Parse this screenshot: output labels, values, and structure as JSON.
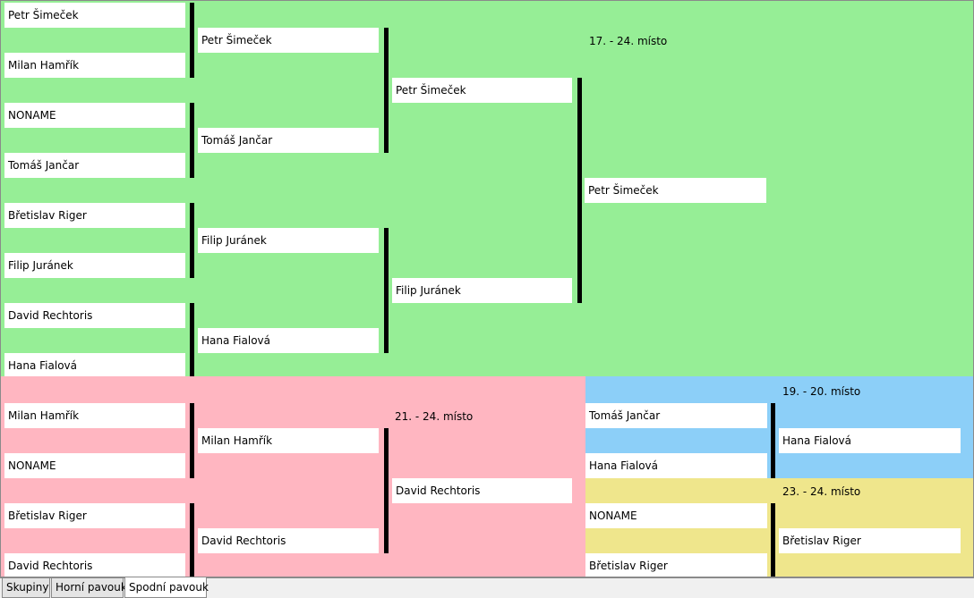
{
  "colors": {
    "upper_bracket": "#96ee96",
    "lower_bracket_21_24": "#ffb6c1",
    "placement_19_20": "#8ccff8",
    "placement_23_24": "#efe68c"
  },
  "upper": {
    "heading": "17. - 24. místo",
    "round1": [
      "Petr Šimeček",
      "Milan Hamřík",
      "NONAME",
      "Tomáš Jančar",
      "Břetislav Riger",
      "Filip Juránek",
      "David Rechtoris",
      "Hana Fialová"
    ],
    "round2": [
      "Petr Šimeček",
      "Tomáš Jančar",
      "Filip Juránek",
      "Hana Fialová"
    ],
    "round3": [
      "Petr Šimeček",
      "Filip Juránek"
    ],
    "winner": "Petr Šimeček"
  },
  "lower": {
    "heading": "21. - 24. místo",
    "round1": [
      "Milan Hamřík",
      "NONAME",
      "Břetislav Riger",
      "David Rechtoris"
    ],
    "round2": [
      "Milan Hamřík",
      "David Rechtoris"
    ],
    "winner": "David Rechtoris"
  },
  "place_19_20": {
    "heading": "19. - 20. místo",
    "players": [
      "Tomáš Jančar",
      "Hana Fialová"
    ],
    "winner": "Hana Fialová"
  },
  "place_23_24": {
    "heading": "23. - 24. místo",
    "players": [
      "NONAME",
      "Břetislav Riger"
    ],
    "winner": "Břetislav Riger"
  },
  "tabs": [
    "Skupiny",
    "Horní pavouk",
    "Spodní pavouk"
  ],
  "active_tab": "Spodní pavouk"
}
